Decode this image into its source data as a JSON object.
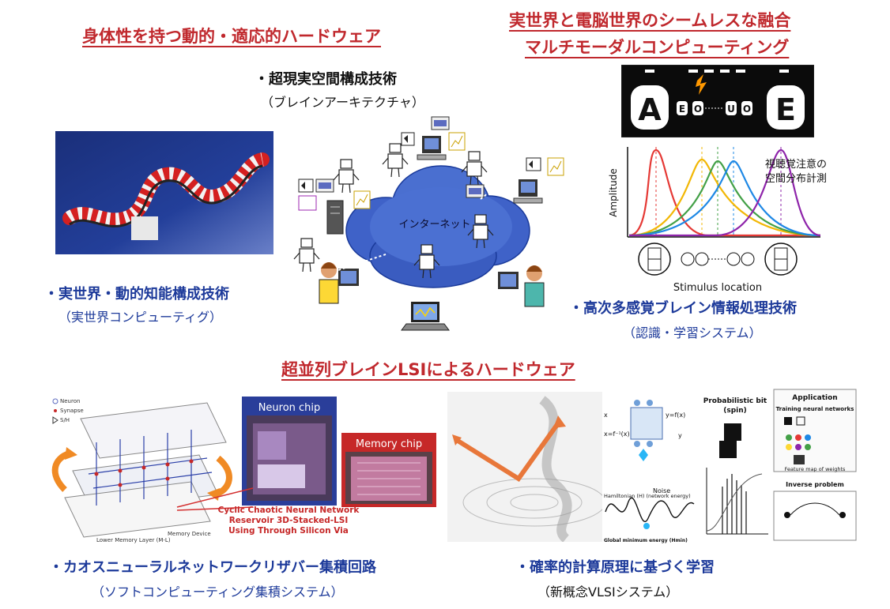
{
  "headers": {
    "top_left": "身体性を持つ動的・適応的ハードウェア",
    "top_right_line1": "実世界と電脳世界のシームレスな融合",
    "top_right_line2": "マルチモーダルコンピューティング",
    "middle": "超並列ブレインLSIによるハードウェア"
  },
  "brain_arch": {
    "title": "・超現実空間構成技術",
    "subtitle": "（ブレインアーキテクチャ）",
    "cloud_label": "インターネット"
  },
  "real_world": {
    "title": "・実世界・動的知能構成技術",
    "subtitle": "（実世界コンピューティグ）"
  },
  "multisensory": {
    "title": "・高次多感覚ブレイン情報処理技術",
    "subtitle": "（認識・学習システム）",
    "annotation_line1": "視聴覚注意の",
    "annotation_line2": "空間分布計測",
    "ylabel": "Amplitude",
    "xlabel": "Stimulus location",
    "letters": [
      "A",
      "E"
    ],
    "seq": [
      "E",
      "O",
      "U",
      "O"
    ]
  },
  "chaotic": {
    "title": "・カオスニューラルネットワークリザバー集積回路",
    "subtitle": "（ソフトコンピューティング集積システム）",
    "neuron_chip": "Neuron chip",
    "memory_chip": "Memory chip",
    "caption_line1": "Cyclic Chaotic Neural Network",
    "caption_line2": "Reservoir 3D-Stacked-LSI",
    "caption_line3": "Using Through Silicon Via",
    "legend": [
      "Neuron",
      "Synapse",
      "S/H"
    ],
    "memory_device": "Memory Device",
    "lower_layer": "Lower Memory Layer (M-L)"
  },
  "probabilistic": {
    "title": "・確率的計算原理に基づく学習",
    "subtitle": "（新概念VLSIシステム）",
    "pbit_label_line1": "Probabilistic bit",
    "pbit_label_line2": "(spin)",
    "hamiltonian": "Hamiltonian (H) (network energy)",
    "noise": "Noise",
    "global_min": "Global minimum energy (Hmin)",
    "app_title": "Application",
    "app_sub": "Training neural networks",
    "feature_map": "Feature map of weights",
    "inverse": "Inverse problem",
    "x_label": "x",
    "fx_label": "y=f(x)",
    "finv_label": "x=f⁻¹(x)",
    "y_label": "y"
  },
  "colors": {
    "header_red": "#c0282d",
    "label_blue": "#1d3a9a",
    "cloud_blue": "#2d4fb5",
    "snake_red": "#d42020",
    "curve_red": "#e53935",
    "curve_yellow": "#f2b705",
    "curve_green": "#43a047",
    "curve_blue": "#1e88e5",
    "curve_purple": "#8e24aa",
    "chip_pink": "#c27ba0"
  }
}
